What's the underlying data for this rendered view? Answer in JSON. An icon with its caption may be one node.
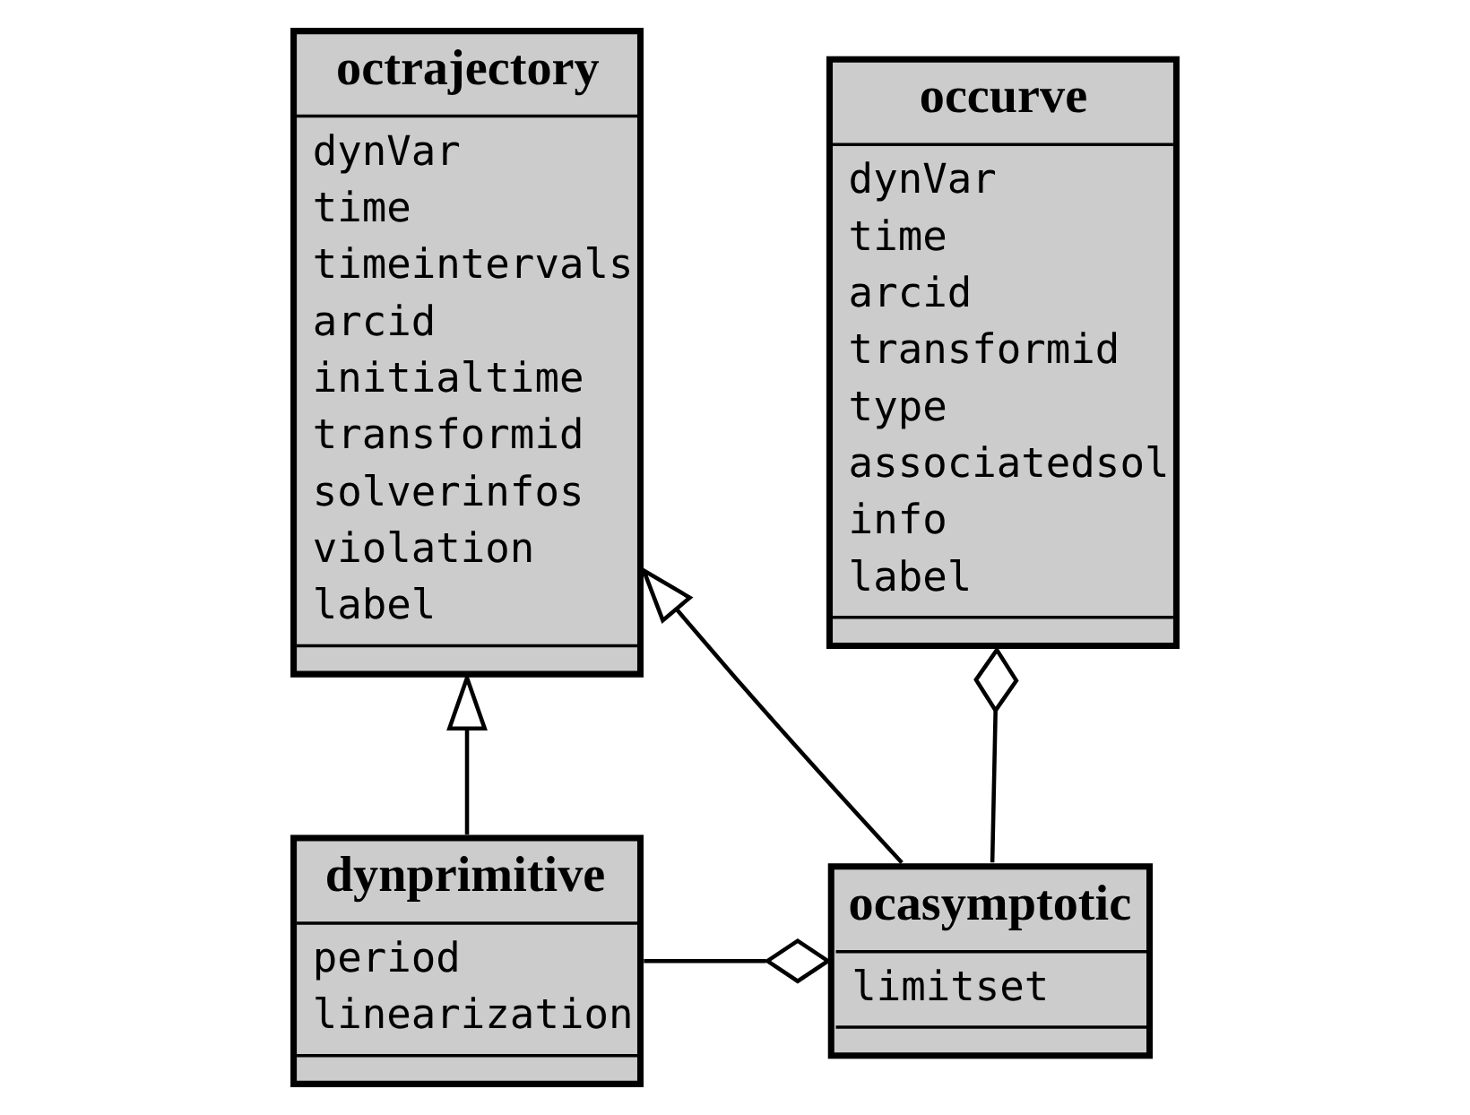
{
  "diagram": {
    "nodes": [
      {
        "text": [
          "octrajectory",
          "dynVar",
          "time",
          "timeintervals",
          "arcid",
          "initialtime",
          "transformid",
          "solverinfos",
          "violation",
          "label"
        ]
      },
      {
        "text": [
          "occurve",
          "dynVar",
          "time",
          "arcid",
          "transformid",
          "type",
          "associatedsol",
          "info",
          "label"
        ]
      },
      {
        "text": [
          "dynprimitive",
          "period",
          "linearization"
        ]
      },
      {
        "text": [
          "ocasymptotic",
          "limitset"
        ]
      }
    ],
    "edges": [
      {
        "from": 2,
        "to": 0,
        "arrow": "to"
      },
      {
        "from": 3,
        "to": 0,
        "arrow": "to"
      },
      {
        "from": 2,
        "to": 3,
        "arrow": "other"
      },
      {
        "from": 3,
        "to": 1,
        "arrow": "other"
      }
    ]
  }
}
